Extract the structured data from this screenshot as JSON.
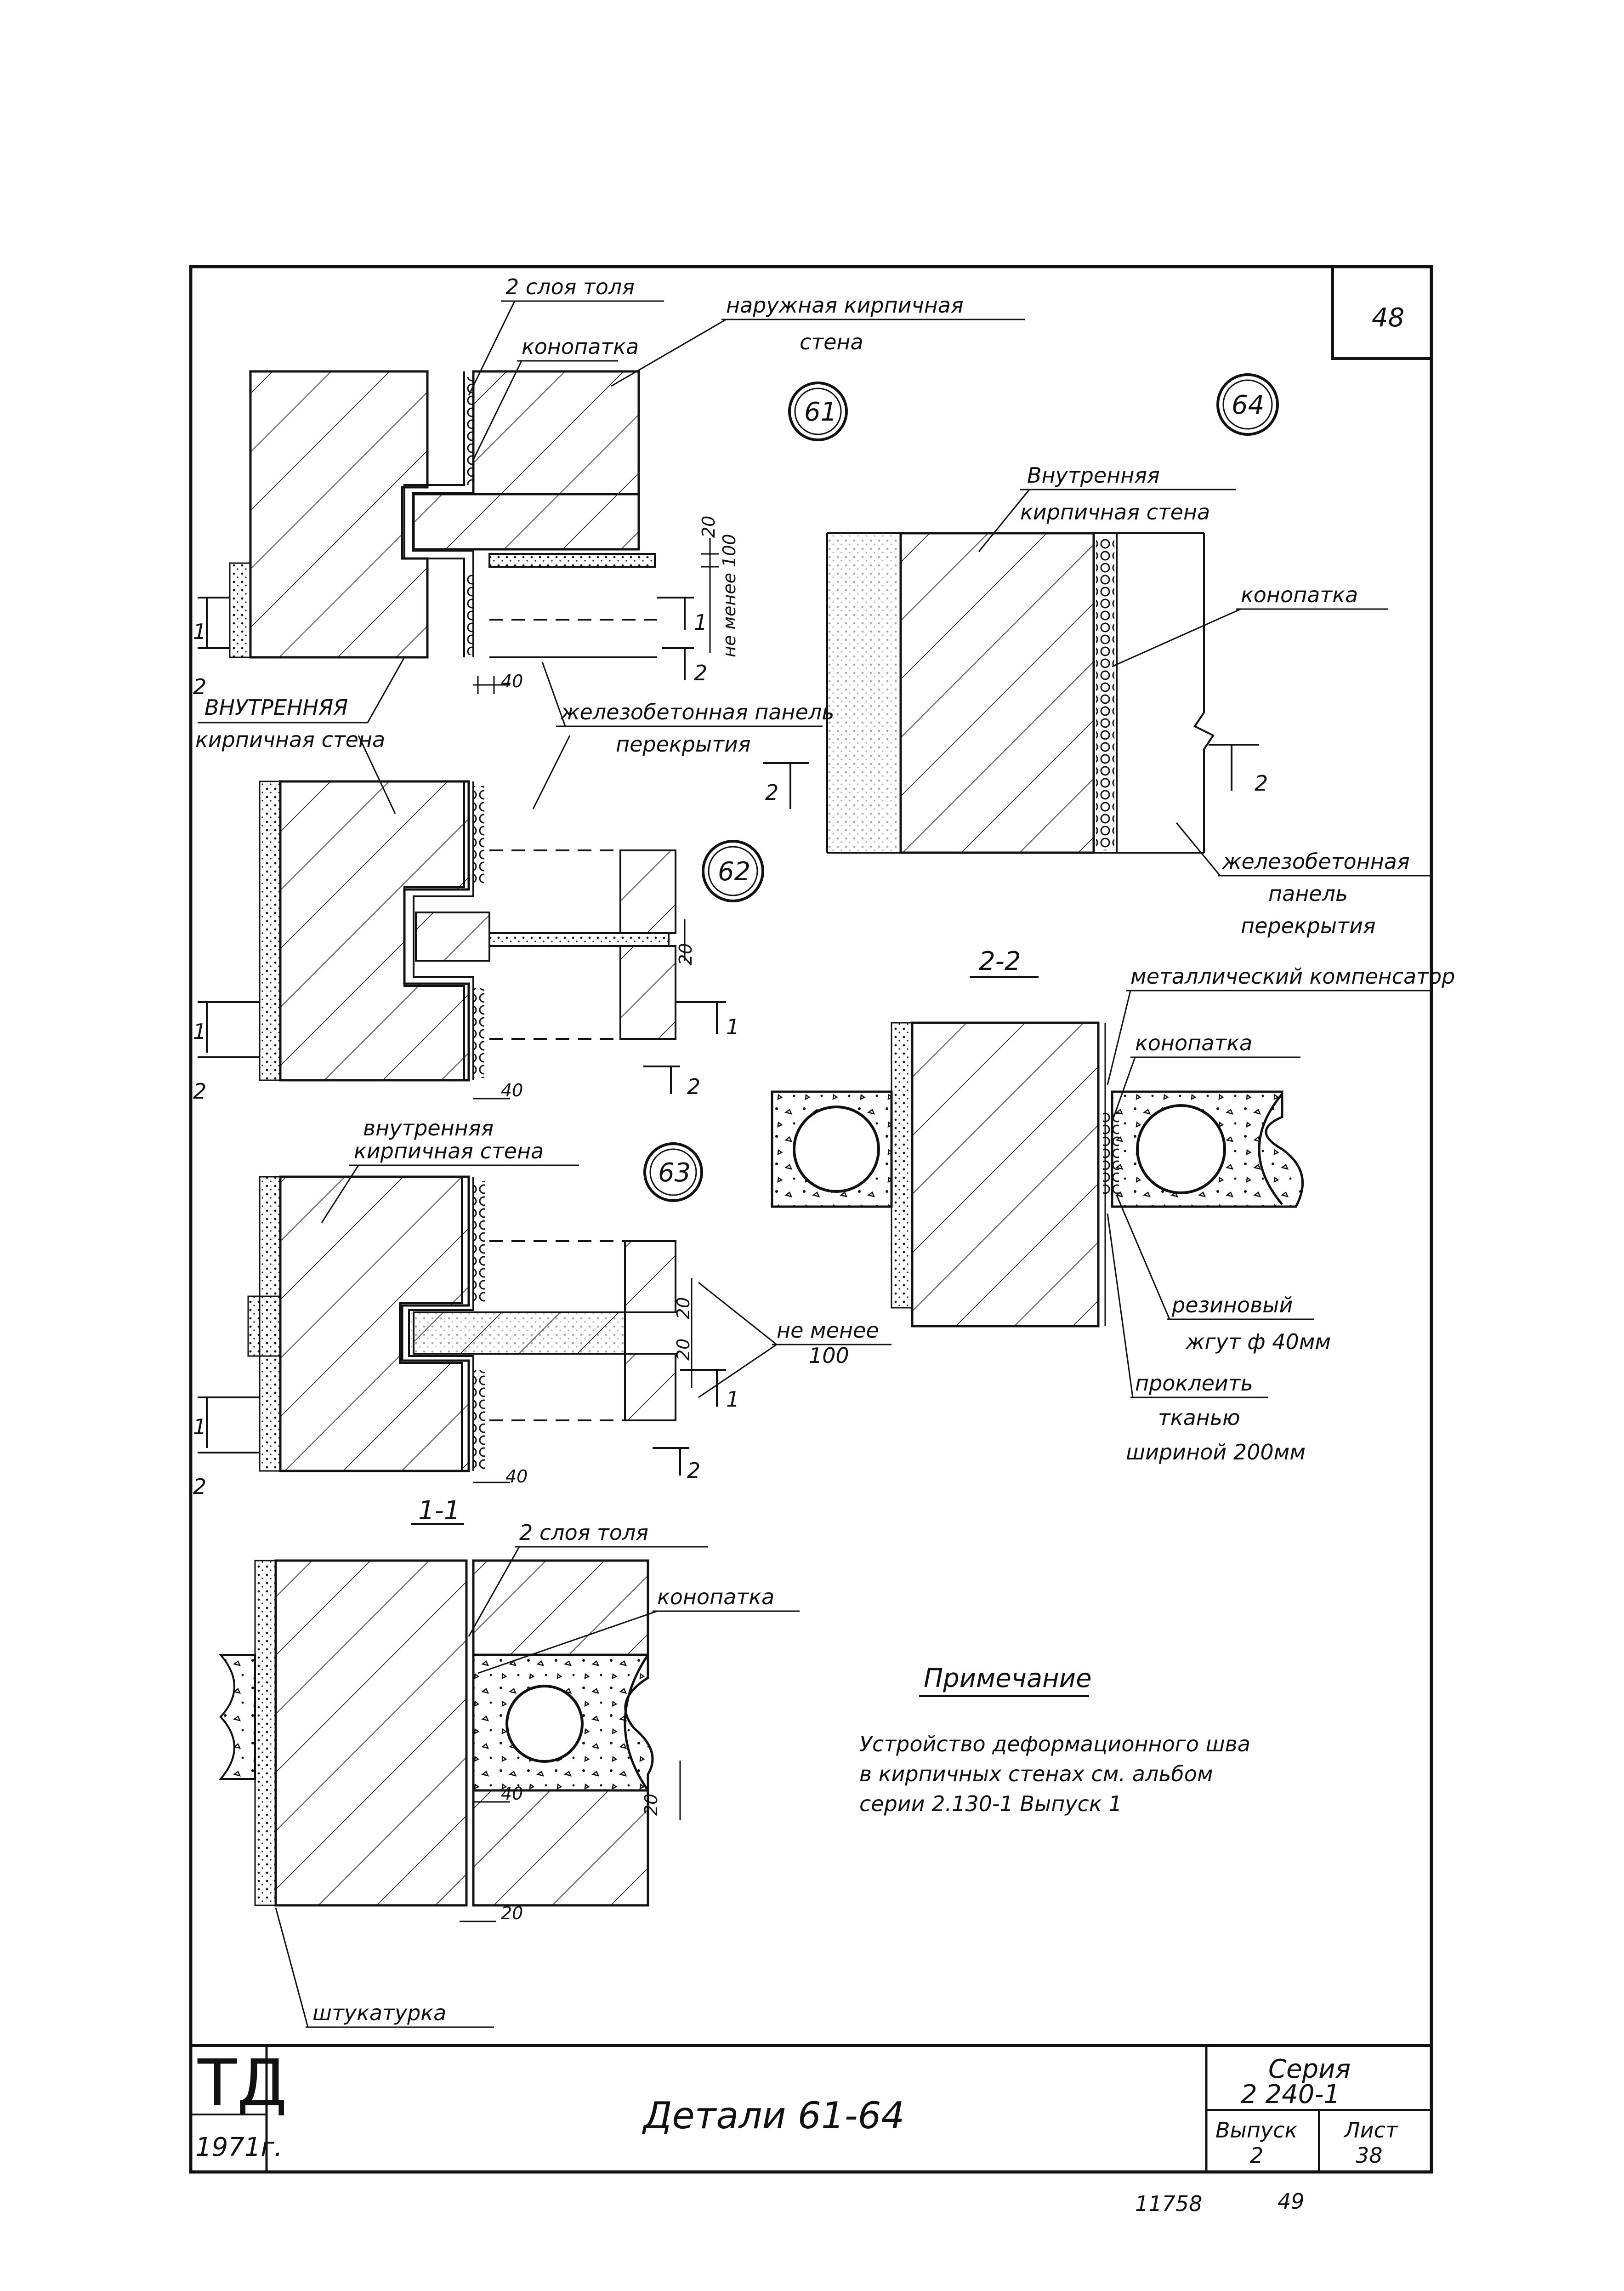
{
  "sheet_number": "48",
  "details": {
    "d61": "61",
    "d62": "62",
    "d63": "63",
    "d64": "64"
  },
  "sections": {
    "s11": "1-1",
    "s22": "2-2"
  },
  "labels": {
    "roofing_felt_2_layers": "2 слоя толя",
    "outer_brick_wall_1": "наружная кирпичная",
    "outer_brick_wall_2": "стена",
    "caulking": "конопатка",
    "inner_wall_61_1": "ВНУТРЕННЯЯ",
    "inner_wall_61_2": "кирпичная стена",
    "rc_panel_1": "железобетонная панель",
    "rc_panel_2": "перекрытия",
    "inner_wall_63_1": "внутренняя",
    "inner_wall_63_2": "кирпичная стена",
    "inner_wall_64_1": "Внутренняя",
    "inner_wall_64_2": "кирпичная стена",
    "caulking_64": "конопатка",
    "rc_panel_64_1": "железобетонная",
    "rc_panel_64_2": "панель",
    "rc_panel_64_3": "перекрытия",
    "metal_compensator": "металлический компенсатор",
    "caulking_22": "конопатка",
    "rubber_1": "резиновый",
    "rubber_2": "жгут ф 40мм",
    "glue_1": "проклеить",
    "glue_2": "тканью",
    "glue_3": "шириной 200мм",
    "not_less_1": "не менее",
    "not_less_2": "100",
    "roofing_felt_11": "2 слоя толя",
    "caulking_11": "конопатка",
    "plaster": "штукатурка",
    "not_less_61": "не менее 100"
  },
  "dimensions": {
    "d20": "20",
    "d40": "40",
    "d1": "1",
    "d2": "2"
  },
  "note": {
    "title": "Примечание",
    "line1": "Устройство деформационного шва",
    "line2": "в кирпичных   стенах см. альбом",
    "line3": "серии 2.130-1  Выпуск 1"
  },
  "title_block": {
    "logo": "ТД",
    "year": "1971г.",
    "title": "Детали 61-64",
    "series_label": "Серия",
    "series_value": "2 240-1",
    "issue_label": "Выпуск",
    "issue_value": "2",
    "sheet_label": "Лист",
    "sheet_value": "38"
  },
  "footer": {
    "code": "11758",
    "page": "49"
  }
}
